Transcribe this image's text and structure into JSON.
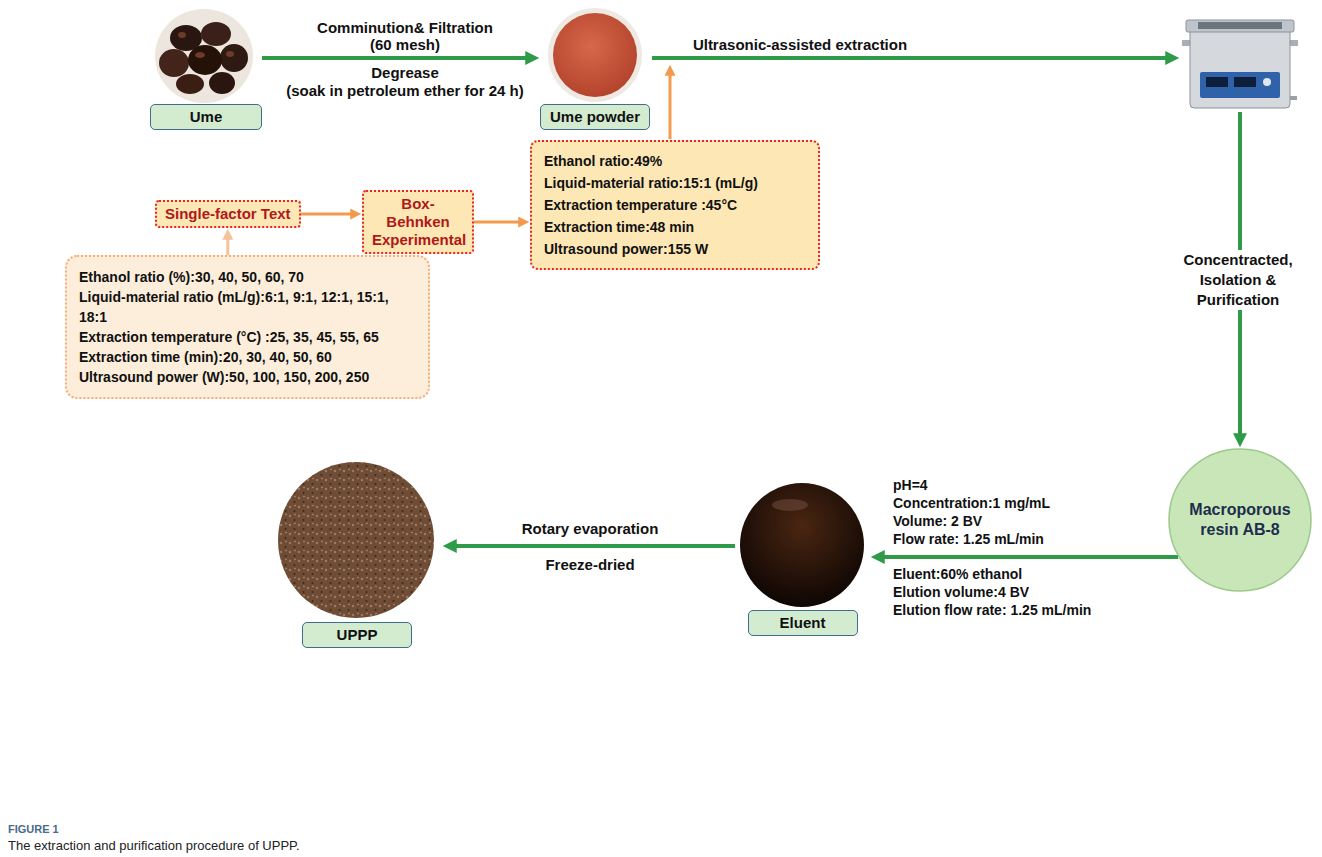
{
  "diagram": {
    "caption": "The extraction and purification procedure of UPPP.",
    "nodes": [
      {
        "text": [
          "Ume"
        ]
      },
      {
        "text": [
          "Ume powder"
        ]
      },
      {
        "text": [
          "Single-factor Text"
        ]
      },
      {
        "text": [
          "Box-Behnken Experimental"
        ]
      },
      {
        "text": [
          "Ethanol ratio:49%",
          "Liquid-material ratio:15:1 (mL/g)",
          "Extraction temperature :45°C",
          "Extraction time:48 min",
          "Ultrasound power:155 W"
        ]
      },
      {
        "text": [
          "Ethanol ratio (%):30, 40, 50, 60, 70",
          "Liquid-material ratio (mL/g):6:1, 9:1, 12:1, 15:1, 18:1",
          "Extraction temperature (°C) :25, 35, 45, 55, 65",
          "Extraction time (min):20, 30, 40, 50, 60",
          "Ultrasound power (W):50, 100, 150, 200, 250"
        ]
      },
      {
        "text": [
          "Macroporous resin AB-8"
        ]
      },
      {
        "text": [
          "Eluent"
        ]
      },
      {
        "text": [
          "UPPP"
        ]
      }
    ],
    "edges": [
      {
        "from": 0,
        "to": 1,
        "arrow": "to",
        "label": "Comminution& Filtration (60 mesh)"
      },
      {
        "from": 5,
        "to": 2,
        "arrow": "to"
      },
      {
        "from": 2,
        "to": 3,
        "arrow": "to"
      },
      {
        "from": 3,
        "to": 4,
        "arrow": "to"
      },
      {
        "from": 6,
        "to": 7,
        "arrow": "to"
      },
      {
        "from": 7,
        "to": 8,
        "arrow": "to",
        "label": "Rotary evaporation"
      }
    ],
    "labels": [
      "Degrease",
      "(soak in petroleum ether for 24 h)",
      "Ultrasonic-assisted extraction",
      "Concentracted, Isolation & Purification",
      "pH=4",
      "Concentration:1 mg/mL",
      "Volume: 2 BV",
      "Flow rate: 1.25 mL/min",
      "Eluent:60% ethanol",
      "Elution volume:4 BV",
      "Elution flow rate: 1.25 mL/min",
      "Freeze-dried",
      "FIGURE 1"
    ]
  }
}
